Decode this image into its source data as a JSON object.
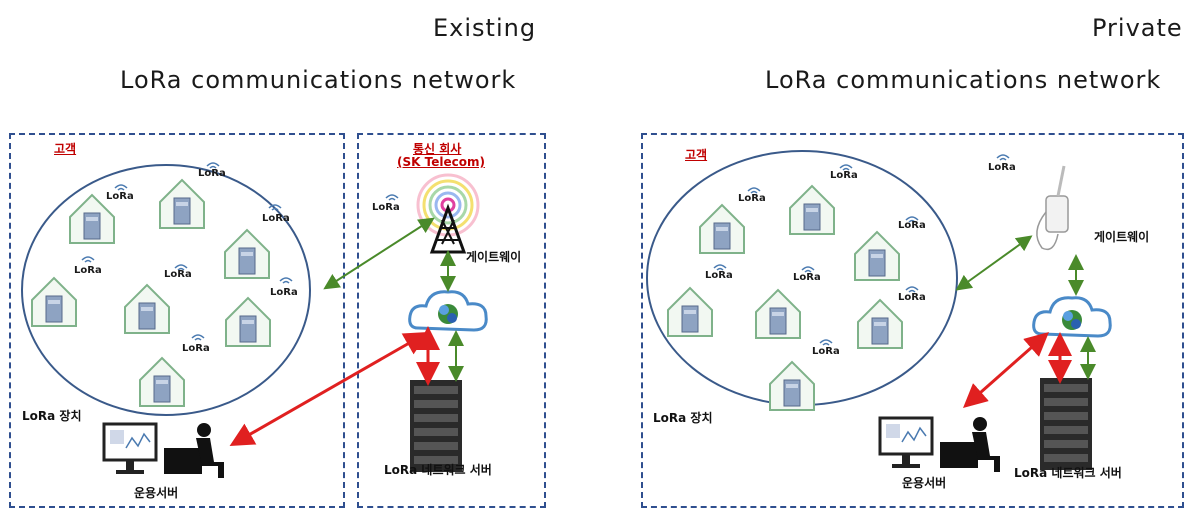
{
  "left": {
    "title_line1": "Existing",
    "title_line2": "LoRa communications network",
    "customer_label": "고객",
    "carrier_label": "통신 회사",
    "carrier_sub": "(SK Telecom)",
    "gateway_label": "게이트웨이",
    "device_label": "LoRa 장치",
    "network_server_label": "LoRa 네트워크 서버",
    "ops_server_label": "운용서버",
    "lora_tag": "LoRa"
  },
  "right": {
    "title_line1": "Private",
    "title_line2": "LoRa communications network",
    "customer_label": "고객",
    "gateway_label": "게이트웨이",
    "device_label": "LoRa 장치",
    "network_server_label": "LoRa 네트워크 서버",
    "ops_server_label": "운용서버",
    "lora_tag": "LoRa"
  },
  "colors": {
    "box_border": "#2f4f8f",
    "red_arrow": "#e02020",
    "green_arrow": "#4a8a2a",
    "ellipse": "#3a5a8a"
  }
}
